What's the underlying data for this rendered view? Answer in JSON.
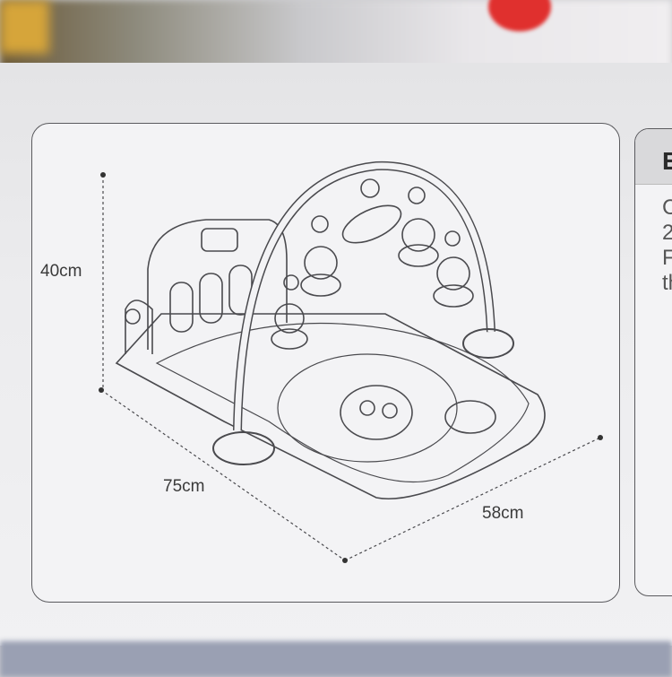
{
  "dimensions": {
    "height": "40cm",
    "length": "75cm",
    "width": "58cm"
  },
  "side_panel": {
    "heading": "E",
    "lines": [
      "C",
      "2",
      "F",
      "th"
    ]
  },
  "colors": {
    "line": "#4a4a4e",
    "panel": "#f3f3f5",
    "box": "#e9e9eb"
  }
}
